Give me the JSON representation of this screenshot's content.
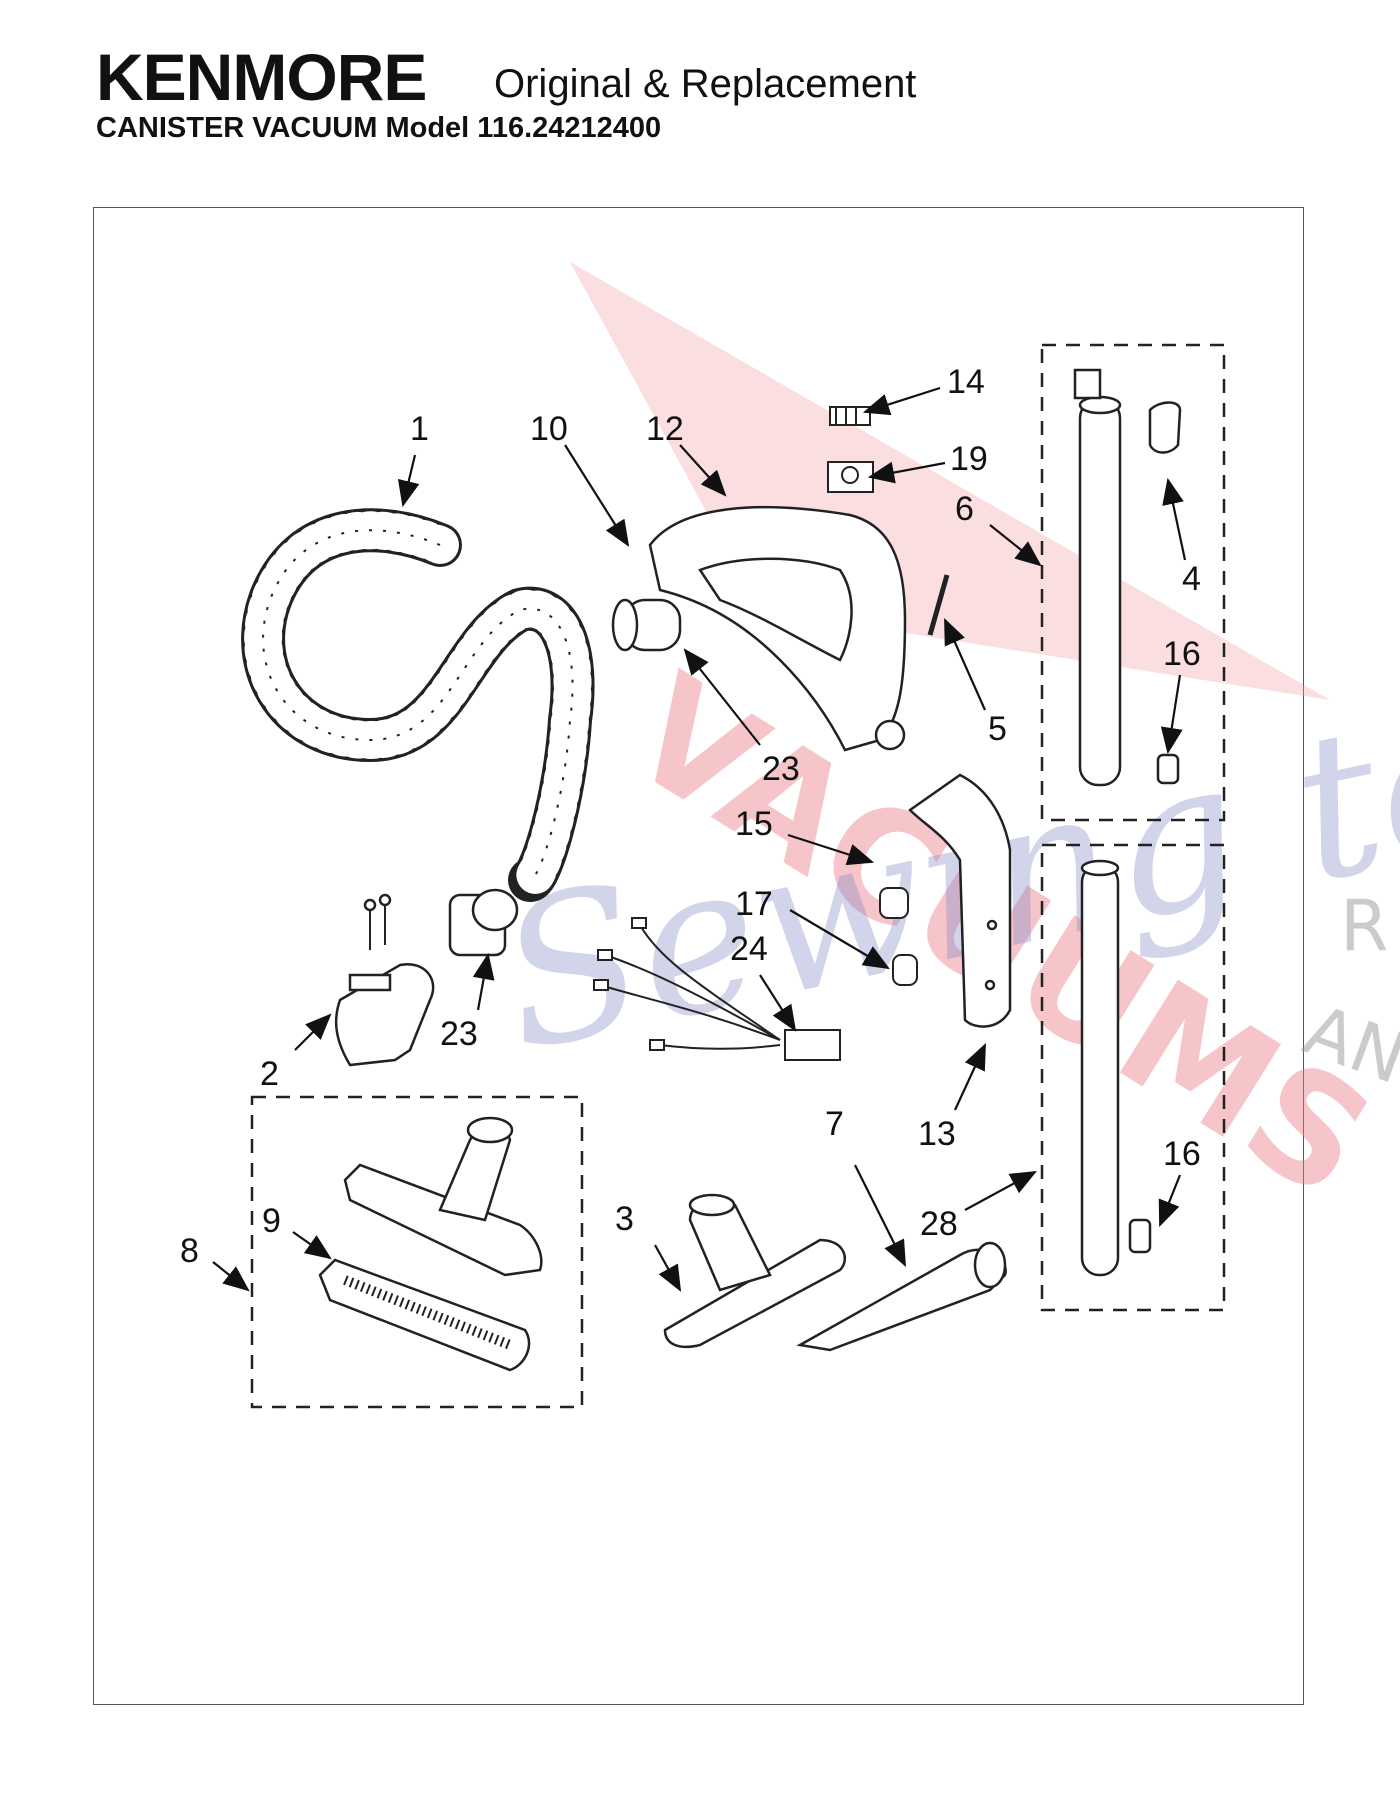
{
  "header": {
    "brand": "KENMORE",
    "brand_subtitle": "Original & Replacement",
    "model_line": "CANISTER VACUUM Model  116.24212400"
  },
  "watermark": {
    "line1": "VACUUMS",
    "line2": "Sewing too",
    "line3_a": "R",
    "line3_b": "AND"
  },
  "part_labels": {
    "p1": "1",
    "p10": "10",
    "p12": "12",
    "p14": "14",
    "p19": "19",
    "p6": "6",
    "p4": "4",
    "p16a": "16",
    "p5": "5",
    "p23a": "23",
    "p15": "15",
    "p17": "17",
    "p24": "24",
    "p2": "2",
    "p23b": "23",
    "p13": "13",
    "p7": "7",
    "p3": "3",
    "p28": "28",
    "p16b": "16",
    "p8": "8",
    "p9": "9"
  }
}
